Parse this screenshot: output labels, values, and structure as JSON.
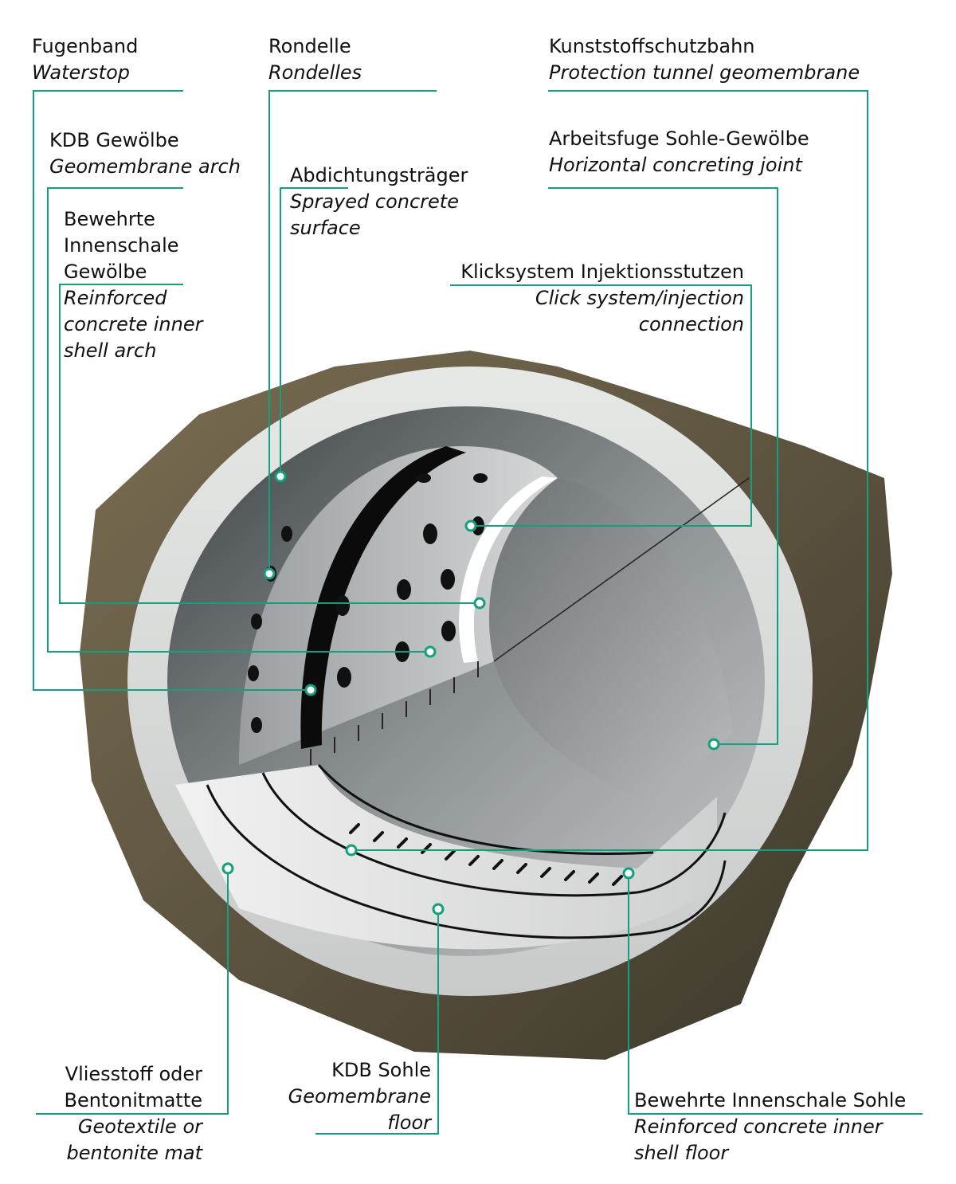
{
  "diagram": {
    "type": "annotated-cutaway-illustration",
    "subject": "Tunnel waterproofing system cross-section",
    "accent_color": "#13a07e",
    "labels": [
      {
        "id": "waterstop",
        "de": "Fugenband",
        "en": "Waterstop"
      },
      {
        "id": "rondelles",
        "de": "Rondelle",
        "en": "Rondelles"
      },
      {
        "id": "protection",
        "de": "Kunststoffschutzbahn",
        "en": "Protection tunnel geomembrane"
      },
      {
        "id": "geomembrane-arch",
        "de": "KDB Gewölbe",
        "en": "Geomembrane arch"
      },
      {
        "id": "sprayed-concrete",
        "de": "Abdichtungsträger",
        "en_lines": [
          "Sprayed concrete",
          "surface"
        ]
      },
      {
        "id": "joint",
        "de": "Arbeitsfuge Sohle-Gewölbe",
        "en": "Horizontal concreting joint"
      },
      {
        "id": "inner-shell-arch",
        "de_lines": [
          "Bewehrte",
          "Innenschale",
          "Gewölbe"
        ],
        "en_lines": [
          "Reinforced",
          "concrete inner",
          "shell arch"
        ]
      },
      {
        "id": "click-system",
        "de": "Klicksystem Injektionsstutzen",
        "en_lines": [
          "Click system/injection",
          "connection"
        ]
      },
      {
        "id": "geotextile",
        "de_lines": [
          "Vliesstoff oder",
          "Bentonitmatte"
        ],
        "en_lines": [
          "Geotextile or",
          "bentonite mat"
        ]
      },
      {
        "id": "geomembrane-floor",
        "de": "KDB Sohle",
        "en_lines": [
          "Geomembrane",
          "floor"
        ]
      },
      {
        "id": "inner-shell-floor",
        "de": "Bewehrte Innenschale Sohle",
        "en_lines": [
          "Reinforced concrete inner",
          "shell floor"
        ]
      }
    ]
  }
}
